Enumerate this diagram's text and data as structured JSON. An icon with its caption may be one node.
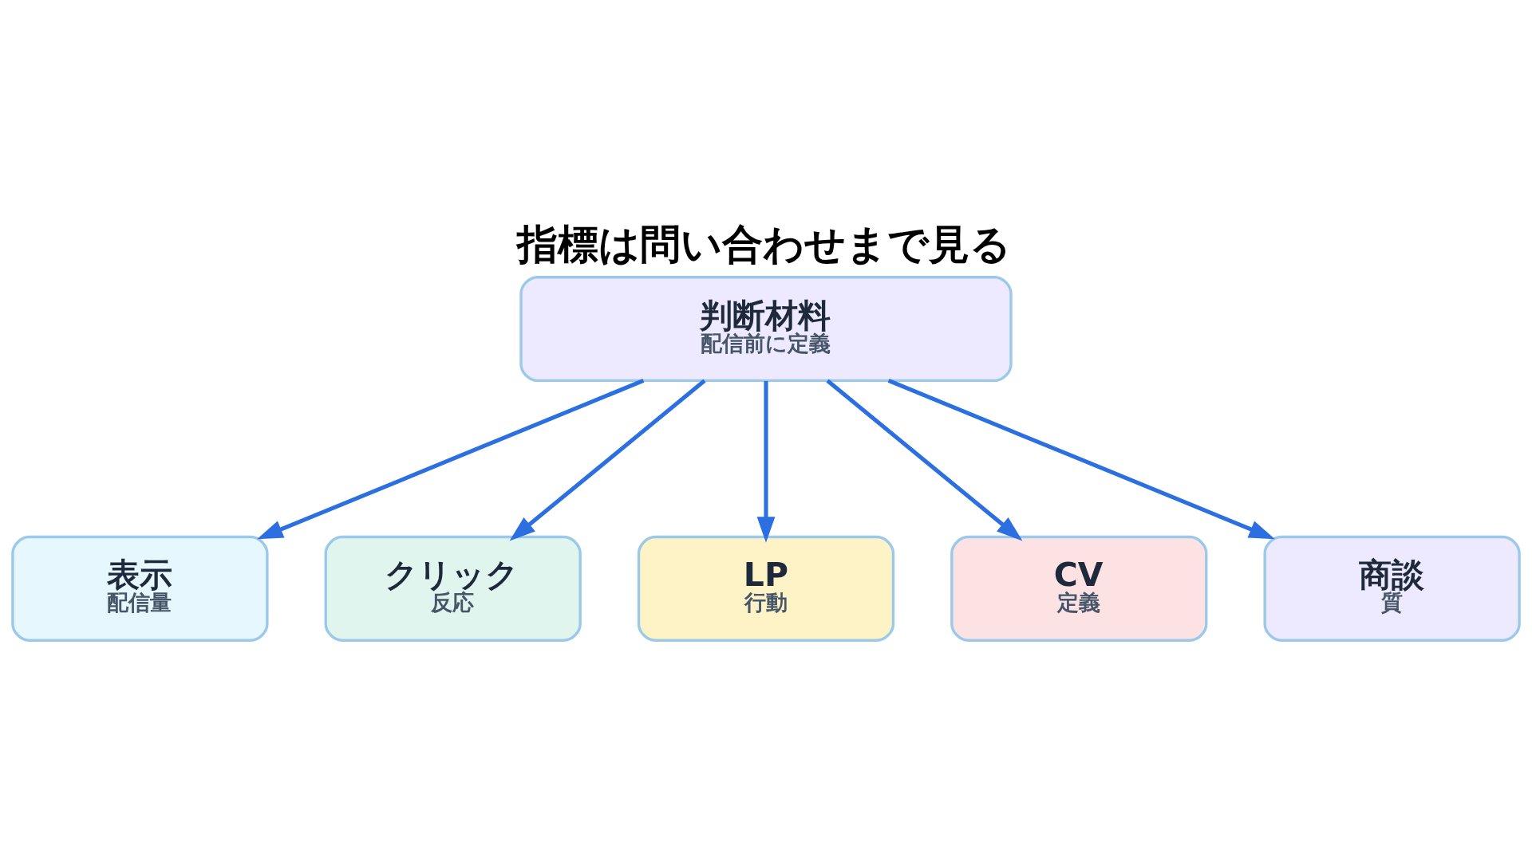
{
  "diagram": {
    "title": "指標は問い合わせまで見る",
    "nodes": [
      {
        "text": [
          "判断材料",
          "配信前に定義"
        ]
      },
      {
        "text": [
          "表示",
          "配信量"
        ]
      },
      {
        "text": [
          "クリック",
          "反応"
        ]
      },
      {
        "text": [
          "LP",
          "行動"
        ]
      },
      {
        "text": [
          "CV",
          "定義"
        ]
      },
      {
        "text": [
          "商談",
          "質"
        ]
      }
    ],
    "edges": [
      {
        "from": 0,
        "to": 1,
        "arrow": "to"
      },
      {
        "from": 0,
        "to": 2,
        "arrow": "to"
      },
      {
        "from": 0,
        "to": 3,
        "arrow": "to"
      },
      {
        "from": 0,
        "to": 4,
        "arrow": "to"
      },
      {
        "from": 0,
        "to": 5,
        "arrow": "to"
      }
    ]
  }
}
